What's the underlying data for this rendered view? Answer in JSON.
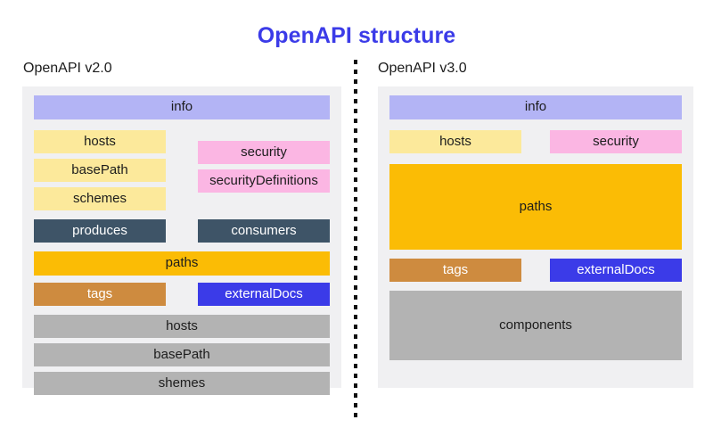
{
  "title": "OpenAPI structure",
  "colors": {
    "title": "#3b3be8",
    "panel_background": "#f0f0f2",
    "lavender": "#b3b4f5",
    "yellow": "#fce99b",
    "pink": "#fbb6e3",
    "slate": "#3e5467",
    "amber": "#fbbc05",
    "brown": "#ce8b3f",
    "blue": "#3b3be8",
    "gray": "#b3b3b3"
  },
  "v2": {
    "header": "OpenAPI v2.0",
    "info": "info",
    "hosts": "hosts",
    "basePath": "basePath",
    "schemes": "schemes",
    "security": "security",
    "securityDefinitions": "securityDefinitions",
    "produces": "produces",
    "consumers": "consumers",
    "paths": "paths",
    "tags": "tags",
    "externalDocs": "externalDocs",
    "definitions_hosts": "hosts",
    "definitions_basePath": "basePath",
    "definitions_shemes": "shemes"
  },
  "v3": {
    "header": "OpenAPI v3.0",
    "info": "info",
    "hosts": "hosts",
    "security": "security",
    "paths": "paths",
    "tags": "tags",
    "externalDocs": "externalDocs",
    "components": "components"
  }
}
